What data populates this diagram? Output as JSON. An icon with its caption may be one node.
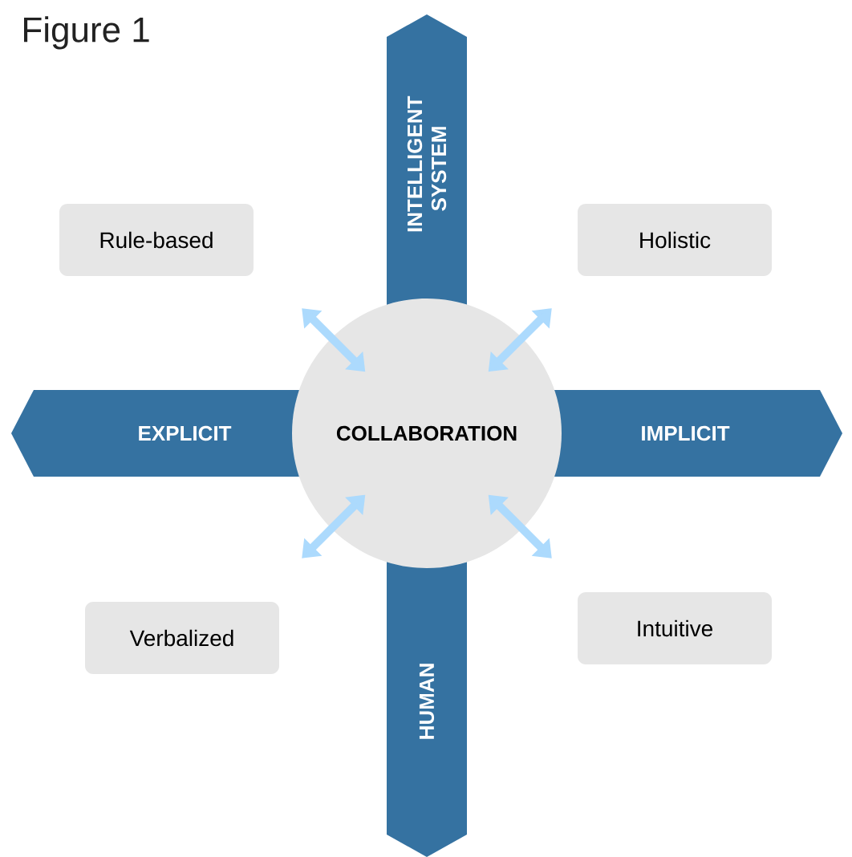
{
  "diagram": {
    "title": "Figure 1",
    "nodes": [
      {
        "text": [
          "INTELLIGENT SYSTEM"
        ]
      },
      {
        "text": [
          "Rule-based"
        ]
      },
      {
        "text": [
          "Holistic"
        ]
      },
      {
        "text": [
          "EXPLICIT"
        ]
      },
      {
        "text": [
          "COLLABORATION"
        ]
      },
      {
        "text": [
          "IMPLICIT"
        ]
      },
      {
        "text": [
          "Verbalized"
        ]
      },
      {
        "text": [
          "Intuitive"
        ]
      },
      {
        "text": [
          "HUMAN"
        ]
      }
    ],
    "edges": [
      {
        "from": 4,
        "to": null,
        "arrow": "both"
      },
      {
        "from": 4,
        "to": null,
        "arrow": "both"
      },
      {
        "from": 4,
        "to": null,
        "arrow": "both"
      },
      {
        "from": 4,
        "to": null,
        "arrow": "both"
      }
    ]
  }
}
